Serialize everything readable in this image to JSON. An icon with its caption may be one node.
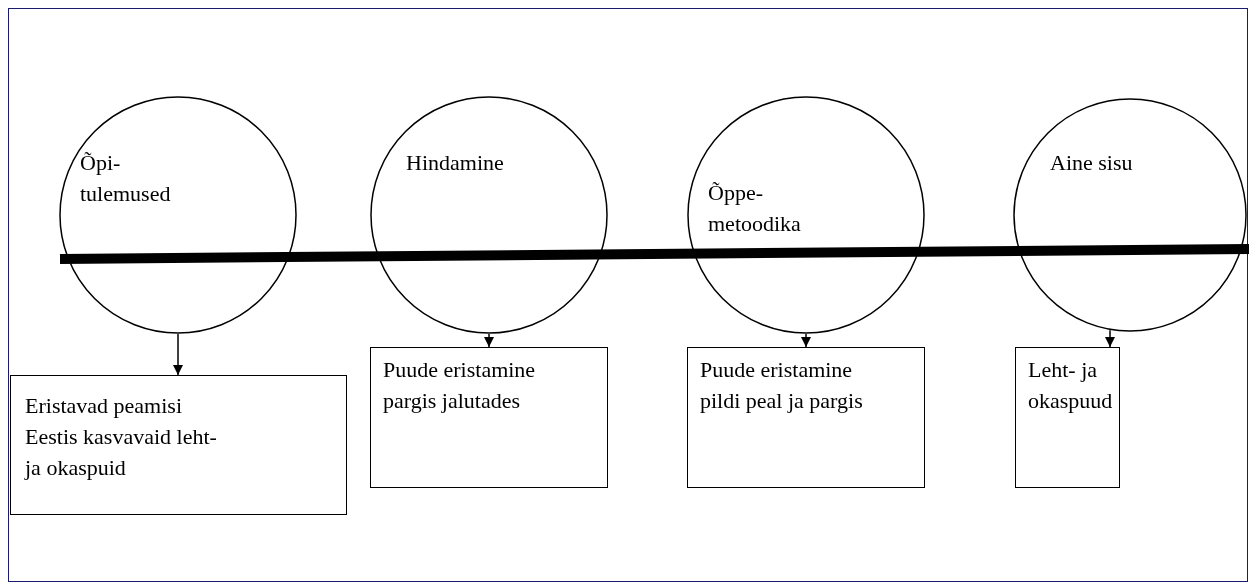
{
  "diagram": {
    "nodes": [
      {
        "text": [
          "Õpi- tulemused"
        ]
      },
      {
        "text": [
          "Hindamine"
        ]
      },
      {
        "text": [
          "Õppe- metoodika"
        ]
      },
      {
        "text": [
          "Aine sisu"
        ]
      },
      {
        "text": [
          "Eristavad peamisi Eestis kasvavaid leht- ja okaspuid"
        ]
      },
      {
        "text": [
          "Puude eristamine pargis jalutades"
        ]
      },
      {
        "text": [
          "Puude eristamine pildi peal ja pargis"
        ]
      },
      {
        "text": [
          "Leht- ja okaspuud"
        ]
      },
      {
        "text": [],
        "shape": "bar"
      }
    ],
    "edges": [
      {
        "from": 0,
        "to": 4,
        "arrow": "to"
      },
      {
        "from": 1,
        "to": 5,
        "arrow": "to"
      },
      {
        "from": 2,
        "to": 6,
        "arrow": "to"
      },
      {
        "from": 3,
        "to": 7,
        "arrow": "to"
      }
    ]
  }
}
